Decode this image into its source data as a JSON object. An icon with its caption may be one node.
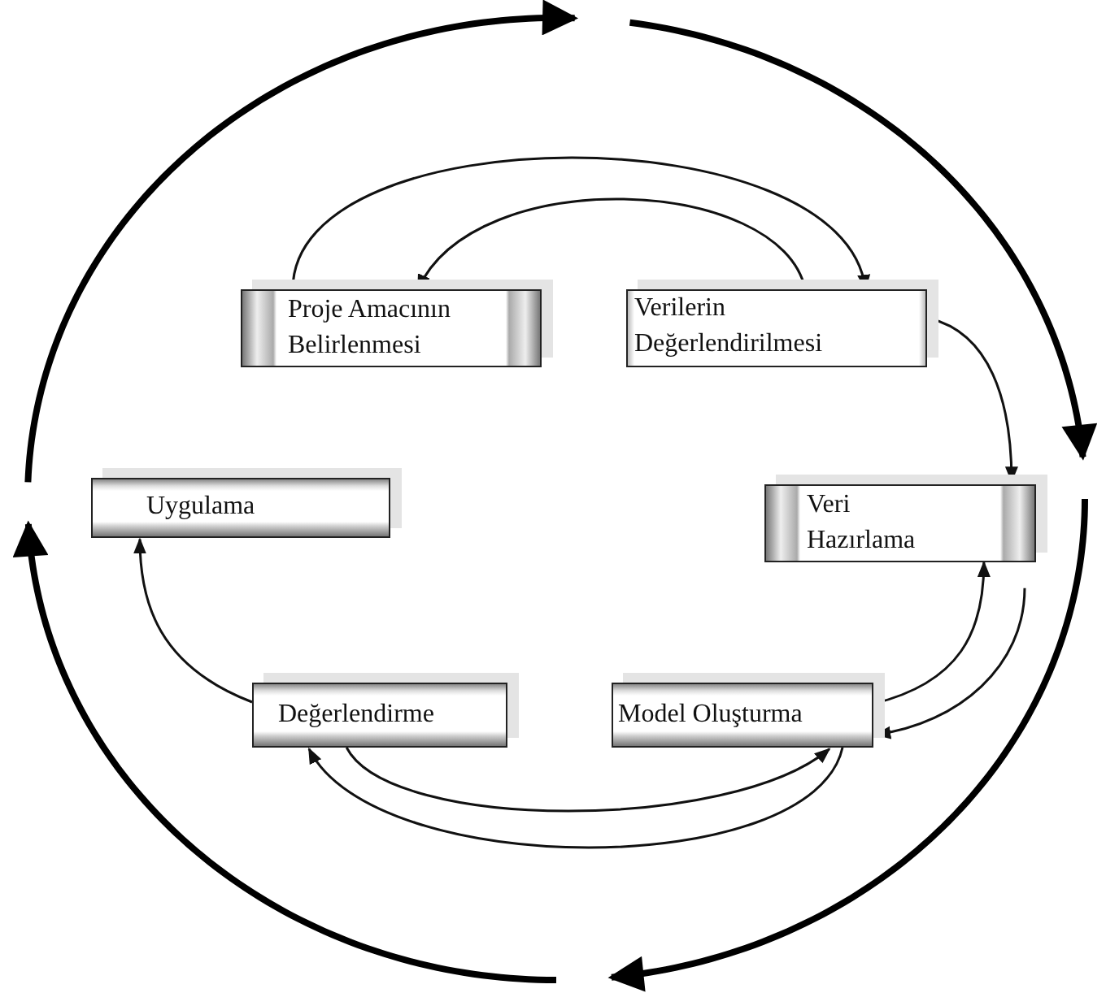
{
  "diagram": {
    "nodes": [
      {
        "text": [
          "Proje Amacının Belirlenmesi"
        ]
      },
      {
        "text": [
          "Verilerin Değerlendirilmesi"
        ]
      },
      {
        "text": [
          "Veri Hazırlama"
        ]
      },
      {
        "text": [
          "Model Oluşturma"
        ]
      },
      {
        "text": [
          "Değerlendirme"
        ]
      },
      {
        "text": [
          "Uygulama"
        ]
      }
    ],
    "edges": [
      {
        "from": 0,
        "to": 1,
        "arrow": "to"
      },
      {
        "from": 1,
        "to": 0,
        "arrow": "to"
      },
      {
        "from": 1,
        "to": 2,
        "arrow": "to"
      },
      {
        "from": 3,
        "to": 2,
        "arrow": "to"
      },
      {
        "from": 2,
        "to": 3,
        "arrow": "to"
      },
      {
        "from": 4,
        "to": 3,
        "arrow": "to"
      },
      {
        "from": 3,
        "to": 4,
        "arrow": "to"
      },
      {
        "from": 4,
        "to": 5,
        "arrow": "to"
      }
    ]
  }
}
